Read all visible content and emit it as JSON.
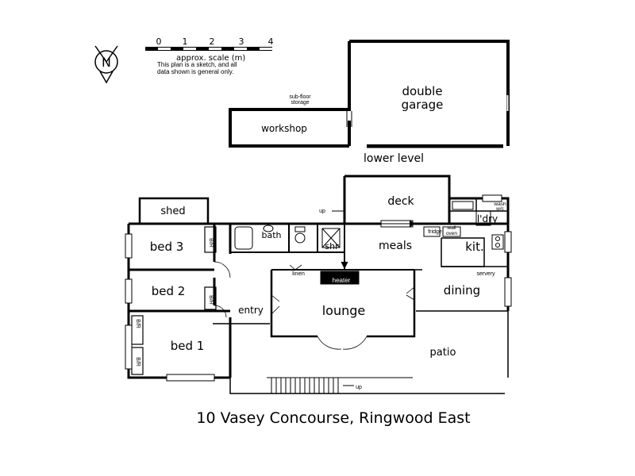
{
  "scale": {
    "ticks": [
      "0",
      "1",
      "2",
      "3",
      "4"
    ],
    "caption": "approx. scale (m)",
    "disclaimer_line1": "This plan is a sketch, and all",
    "disclaimer_line2": "data shown is general only."
  },
  "north_letter": "N",
  "lower_level": {
    "heading": "lower level",
    "double_garage_line1": "double",
    "double_garage_line2": "garage",
    "workshop": "workshop",
    "subfloor_line1": "sub-floor",
    "subfloor_line2": "storage"
  },
  "rooms": {
    "shed": "shed",
    "deck": "deck",
    "up_deck": "up",
    "wash": "wash",
    "wc": "w/c",
    "ldry": "l'dry",
    "bath": "bath",
    "shr": "shr",
    "meals": "meals",
    "kit": "kit.",
    "fridge": "fridge",
    "wall_oven_line1": "wall",
    "wall_oven_line2": "oven",
    "bed3": "bed 3",
    "bed2": "bed 2",
    "bed1": "bed 1",
    "bir": "B/R",
    "linen": "linen",
    "heater": "heater",
    "servery": "servery",
    "lounge": "lounge",
    "dining": "dining",
    "entry": "entry",
    "patio": "patio",
    "up_patio": "up"
  },
  "address": "10 Vasey Concourse, Ringwood East"
}
